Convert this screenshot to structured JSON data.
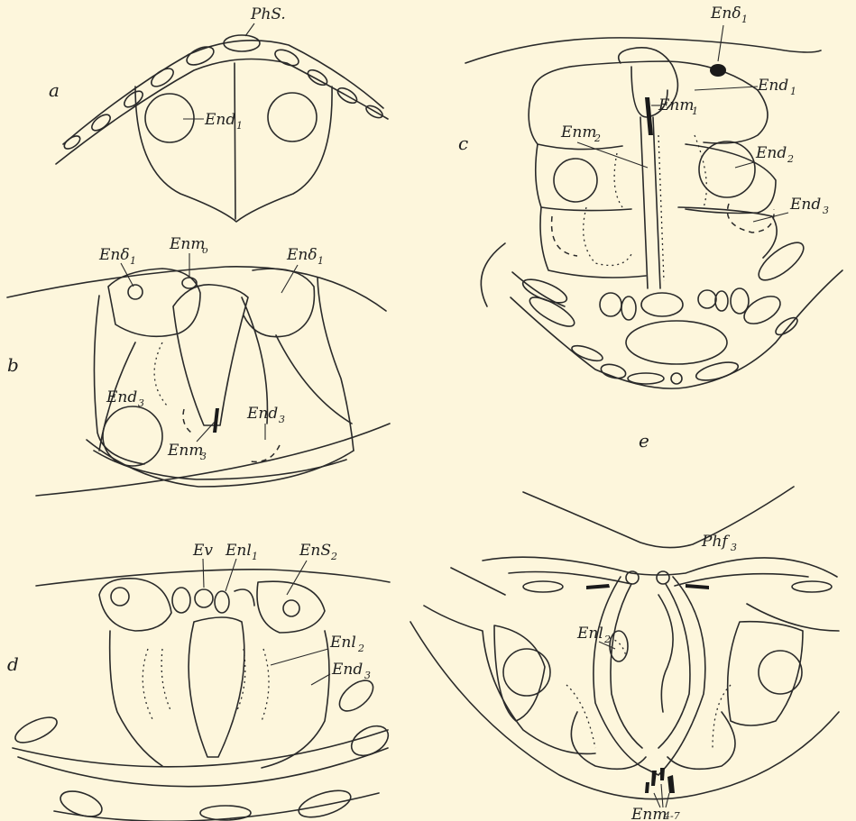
{
  "panels": {
    "a": "a",
    "b": "b",
    "c": "c",
    "d": "d",
    "e": "e"
  },
  "labels": {
    "a_phs": "PhS.",
    "a_end1": "End",
    "a_end1_sub": "1",
    "b_ens1_left": "Enδ",
    "b_ens1_left_sub": "1",
    "b_enm0": "Enm",
    "b_enm0_sub": "o",
    "b_ens1_right": "Enδ",
    "b_ens1_right_sub": "1",
    "b_end3_left": "End",
    "b_end3_left_sub": "3",
    "b_end3_right": "End",
    "b_end3_right_sub": "3",
    "b_enm3": "Enm",
    "b_enm3_sub": "3",
    "c_ens1": "Enδ",
    "c_ens1_sub": "1",
    "c_enm1": "Enm",
    "c_enm1_sub": "1",
    "c_end1": "End",
    "c_end1_sub": "1",
    "c_enm2": "Enm",
    "c_enm2_sub": "2",
    "c_end2": "End",
    "c_end2_sub": "2",
    "c_end3": "End",
    "c_end3_sub": "3",
    "d_ev": "Ev",
    "d_enl1": "Enl",
    "d_enl1_sub": "1",
    "d_ens2": "EnS",
    "d_ens2_sub": "2",
    "d_enl2": "Enl",
    "d_enl2_sub": "2",
    "d_end3": "End",
    "d_end3_sub": "3",
    "e_phf3": "Phf",
    "e_phf3_sub": "3",
    "e_enl2": "Enl",
    "e_enl2_sub": "2",
    "e_enm47": "Enm",
    "e_enm47_sub": "4-7"
  }
}
